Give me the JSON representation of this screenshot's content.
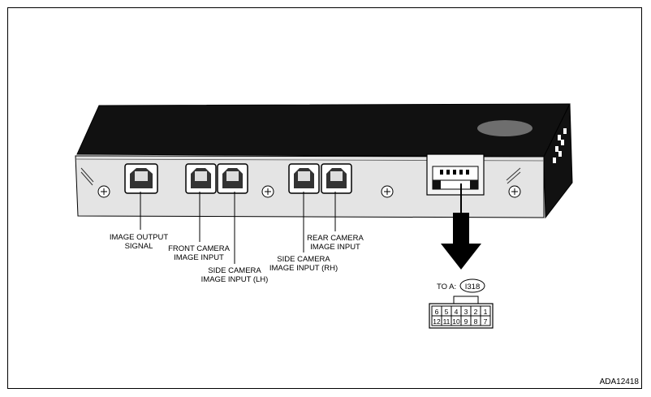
{
  "labels": {
    "image_output_line1": "IMAGE OUTPUT",
    "image_output_line2": "SIGNAL",
    "front_camera_line1": "FRONT CAMERA",
    "front_camera_line2": "IMAGE INPUT",
    "side_lh_line1": "SIDE CAMERA",
    "side_lh_line2": "IMAGE INPUT (LH)",
    "side_rh_line1": "SIDE CAMERA",
    "side_rh_line2": "IMAGE INPUT (RH)",
    "rear_camera_line1": "REAR CAMERA",
    "rear_camera_line2": "IMAGE INPUT"
  },
  "connector": {
    "to_prefix": "TO A:",
    "code": "I318",
    "pins_top": [
      "6",
      "5",
      "4",
      "3",
      "2",
      "1"
    ],
    "pins_bottom": [
      "12",
      "11",
      "10",
      "9",
      "8",
      "7"
    ]
  },
  "figure_code": "ADA12418"
}
